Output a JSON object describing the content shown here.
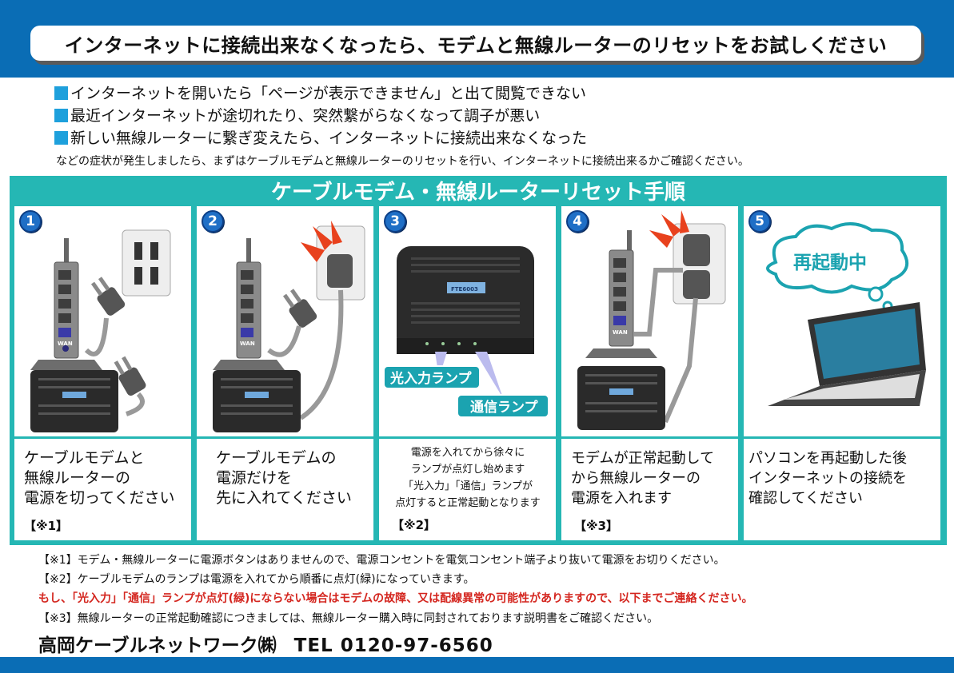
{
  "banner_title": "インターネットに接続出来なくなったら、モデムと無線ルーターのリセットをお試しください",
  "symptoms": [
    "インターネットを開いたら「ページが表示できません」と出て閲覧できない",
    "最近インターネットが途切れたり、突然繋がらなくなって調子が悪い",
    "新しい無線ルーターに繋ぎ変えたら、インターネットに接続出来なくなった"
  ],
  "intro": "などの症状が発生しましたら、まずはケーブルモデムと無線ルーターのリセットを行い、インターネットに接続出来るかご確認ください。",
  "procedure_title": "ケーブルモデム・無線ルーターリセット手順",
  "steps": [
    {
      "num": "1",
      "lines": [
        "ケーブルモデムと",
        "無線ルーターの",
        "電源を切ってください"
      ],
      "note": "【※1】"
    },
    {
      "num": "2",
      "lines": [
        "ケーブルモデムの",
        "電源だけを",
        "先に入れてください"
      ],
      "note": ""
    },
    {
      "num": "3",
      "lines": [
        "電源を入れてから徐々に",
        "ランプが点灯し始めます",
        "「光入力」「通信」ランプが",
        "点灯すると正常起動となります"
      ],
      "note": "【※2】"
    },
    {
      "num": "4",
      "lines": [
        "モデムが正常起動して",
        "から無線ルーターの",
        "電源を入れます"
      ],
      "note": "【※3】"
    },
    {
      "num": "5",
      "lines": [
        "パソコンを再起動した後",
        "インターネットの接続を",
        "確認してください"
      ],
      "note": ""
    }
  ],
  "art": {
    "wan": "WAN",
    "modem_brand": "FTE6003",
    "lamp_optical": "光入力ランプ",
    "lamp_comm": "通信ランプ",
    "rebooting": "再起動中"
  },
  "notes": {
    "n1": "【※1】モデム・無線ルーターに電源ボタンはありませんので、電源コンセントを電気コンセント端子より抜いて電源をお切りください。",
    "n2": "【※2】ケーブルモデムのランプは電源を入れてから順番に点灯(緑)になっていきます。",
    "n2_warning": "もし、「光入力」「通信」ランプが点灯(緑)にならない場合はモデムの故障、又は配線異常の可能性がありますので、以下までご連絡ください。",
    "n3": "【※3】無線ルーターの正常起動確認につきましては、無線ルーター購入時に同封されております説明書をご確認ください。"
  },
  "company": "高岡ケーブルネットワーク㈱",
  "tel": "TEL 0120-97-6560",
  "colors": {
    "blue": "#0a6db5",
    "teal": "#25b7b4",
    "red": "#d4261f"
  }
}
